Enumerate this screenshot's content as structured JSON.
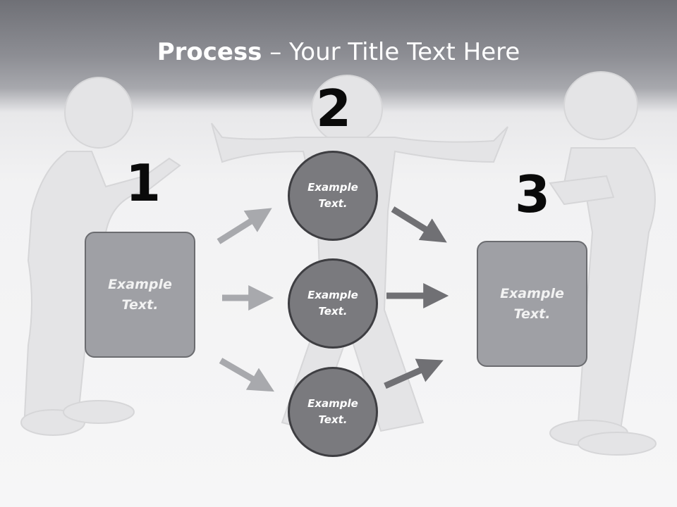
{
  "title": {
    "bold": "Process",
    "rest": " – Your Title Text Here"
  },
  "steps": {
    "n1": "1",
    "n2": "2",
    "n3": "3"
  },
  "boxes": {
    "left": "Example Text.",
    "right": "Example Text."
  },
  "circles": {
    "top": "Example Text.",
    "middle": "Example Text.",
    "bottom": "Example Text."
  },
  "colors": {
    "header": "#8d8e94",
    "box_fill": "#9fa0a5",
    "circle_fill": "#7a7a7e",
    "arrow_light": "#a8a9ad",
    "arrow_dark": "#707074"
  }
}
